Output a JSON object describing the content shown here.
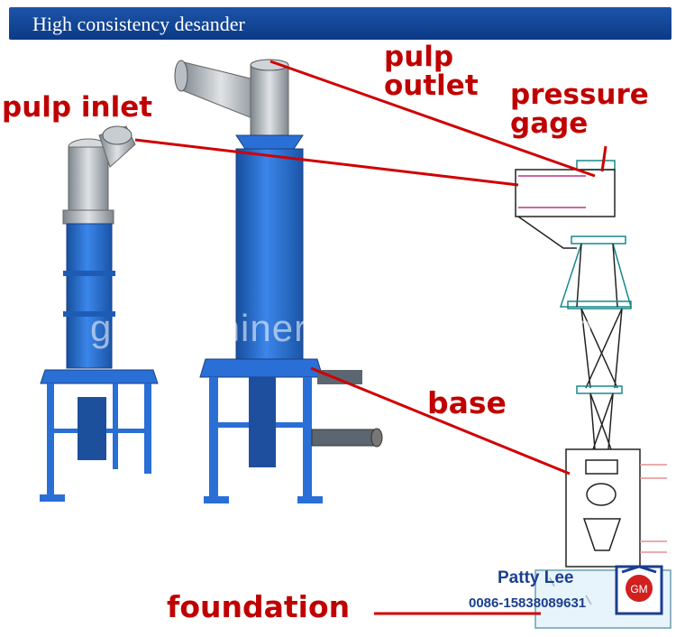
{
  "header": {
    "title": "High consistency desander"
  },
  "labels": {
    "pulp_inlet": "pulp inlet",
    "pulp_outlet_line1": "pulp",
    "pulp_outlet_line2": "outlet",
    "pressure_gage_line1": "pressure",
    "pressure_gage_line2": "gage",
    "base": "base",
    "foundation": "foundation"
  },
  "watermark": "gmmachinery.en.alibaba.com",
  "contact": {
    "name": "Patty Lee",
    "phone": "0086-15838089631"
  },
  "logo": {
    "text": "GM"
  },
  "colors": {
    "label_red": "#c00000",
    "machine_blue": "#2a6fd6",
    "header_blue": "#0b3a86"
  }
}
